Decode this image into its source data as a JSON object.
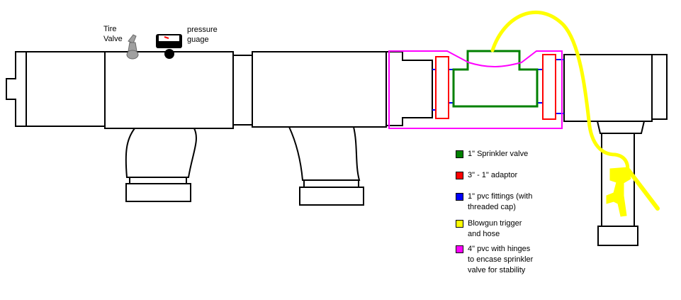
{
  "labels": {
    "tire_valve": [
      "Tire",
      "Valve"
    ],
    "pressure_gauge": [
      "pressure",
      "guage"
    ]
  },
  "legend": [
    {
      "color": "#008000",
      "lines": [
        "1\" Sprinkler valve"
      ]
    },
    {
      "color": "#ff0000",
      "lines": [
        "3\" - 1\" adaptor"
      ]
    },
    {
      "color": "#0000ff",
      "lines": [
        "1\" pvc fittings (with",
        "threaded cap)"
      ]
    },
    {
      "color": "#ffff00",
      "lines": [
        "Blowgun trigger",
        "and hose"
      ]
    },
    {
      "color": "#ff00ff",
      "lines": [
        "4\" pvc with hinges",
        "to encase sprinkler",
        "valve for stability"
      ]
    }
  ],
  "colors": {
    "outline": "#000000",
    "sprinkler_valve": "#008000",
    "adaptor": "#ff0000",
    "pvc_fitting": "#0000ff",
    "blowgun": "#ffff00",
    "casing": "#ff00ff",
    "valve_stem": "#a0a0a0"
  },
  "icons": [
    "tire-valve-icon",
    "pressure-gauge-icon",
    "blowgun-trigger-icon"
  ]
}
